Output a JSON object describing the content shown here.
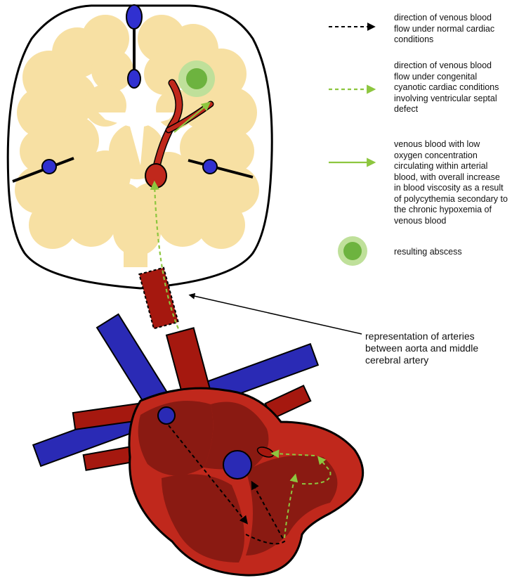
{
  "legend": {
    "items": [
      {
        "key": "normal-flow",
        "text": "direction of venous blood flow under normal cardiac conditions",
        "symbol": "black-dashed-arrow",
        "color": "#000000"
      },
      {
        "key": "cyanotic-flow",
        "text": "direction of venous blood flow under congenital cyanotic cardiac conditions involving ventricular septal defect",
        "symbol": "green-dashed-arrow",
        "color": "#8dc63f"
      },
      {
        "key": "mixed-blood",
        "text": "venous blood with low oxygen concentration circulating within arterial blood, with overall increase in blood viscosity as a result of polycythemia secondary to the chronic hypoxemia of venous blood",
        "symbol": "green-solid-arrow",
        "color": "#8dc63f"
      },
      {
        "key": "abscess",
        "text": "resulting abscess",
        "symbol": "green-circle",
        "color": "#7ab648"
      }
    ]
  },
  "callout": {
    "text": "representation of arteries between aorta and middle cerebral artery"
  },
  "colors": {
    "brain": "#f7e0a3",
    "artery": "#a5180f",
    "heart_outer": "#c0281c",
    "heart_inner": "#8a1a12",
    "vein": "#2a2ab5",
    "green": "#8dc63f",
    "abscess_outer": "#bfe09a",
    "abscess_inner": "#6db33f"
  }
}
